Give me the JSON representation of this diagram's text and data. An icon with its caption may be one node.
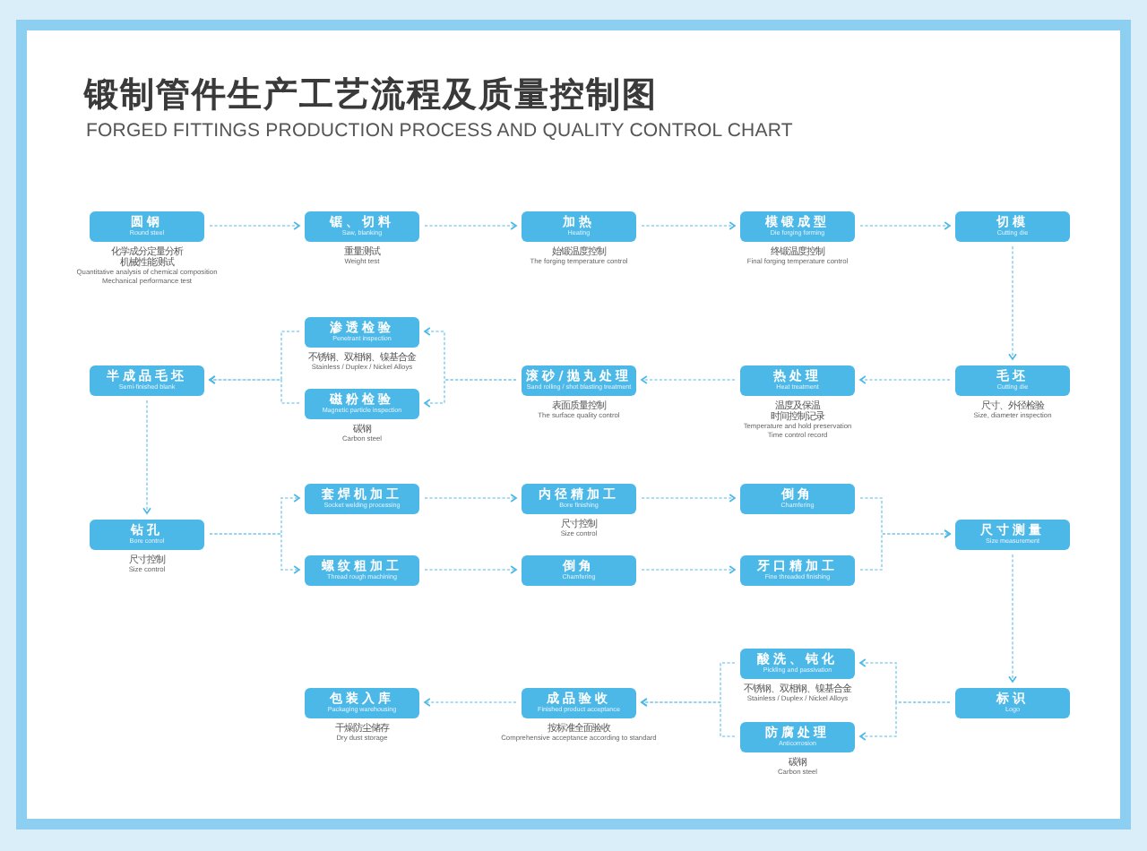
{
  "diagram": {
    "title": "锻制管件生产工艺流程及质量控制图",
    "labels": [
      "FORGED FITTINGS PRODUCTION PROCESS AND QUALITY CONTROL CHART"
    ],
    "nodes": [
      {
        "text": [
          "圆钢",
          "Round steel"
        ],
        "beside": [
          "化学成分定量分析",
          "机械性能测试",
          "Quantitative analysis of chemical composition",
          "Mechanical performance test"
        ]
      },
      {
        "text": [
          "锯、切料",
          "Saw, blanking"
        ],
        "beside": [
          "重量测试",
          "Weight test"
        ]
      },
      {
        "text": [
          "加热",
          "Heating"
        ],
        "beside": [
          "始锻温度控制",
          "The forging temperature control"
        ]
      },
      {
        "text": [
          "模锻成型",
          "Die forging forming"
        ],
        "beside": [
          "终锻温度控制",
          "Final forging temperature control"
        ]
      },
      {
        "text": [
          "切模",
          "Cutting die"
        ]
      },
      {
        "text": [
          "渗透检验",
          "Penetrant inspection"
        ],
        "beside": [
          "不锈钢、双相钢、镍基合金",
          "Stainless / Duplex / Nickel Alloys"
        ]
      },
      {
        "text": [
          "半成品毛坯",
          "Semi-finished blank"
        ]
      },
      {
        "text": [
          "滚砂/抛丸处理",
          "Sand rolling / shot blasting treatment"
        ],
        "beside": [
          "表面质量控制",
          "The surface quality control"
        ]
      },
      {
        "text": [
          "热处理",
          "Heat treatment"
        ],
        "beside": [
          "温度及保温",
          "时间控制记录",
          "Temperature and hold preservation",
          "Time control record"
        ]
      },
      {
        "text": [
          "毛坯",
          "Cutting die"
        ],
        "beside": [
          "尺寸、外径检验",
          "Size, diameter inspection"
        ]
      },
      {
        "text": [
          "磁粉检验",
          "Magnetic particle inspection"
        ],
        "beside": [
          "碳钢",
          "Carbon steel"
        ]
      },
      {
        "text": [
          "套焊机加工",
          "Socket welding processing"
        ]
      },
      {
        "text": [
          "内径精加工",
          "Bore finishing"
        ],
        "beside": [
          "尺寸控制",
          "Size control"
        ]
      },
      {
        "text": [
          "倒角",
          "Chamfering"
        ]
      },
      {
        "text": [
          "钻孔",
          "Bore control"
        ],
        "beside": [
          "尺寸控制",
          "Size control"
        ]
      },
      {
        "text": [
          "尺寸测量",
          "Size measurement"
        ]
      },
      {
        "text": [
          "螺纹粗加工",
          "Thread rough machining"
        ]
      },
      {
        "text": [
          "倒角",
          "Chamfering"
        ]
      },
      {
        "text": [
          "牙口精加工",
          "Fine threaded finishing"
        ]
      },
      {
        "text": [
          "酸洗、钝化",
          "Pickling and passivation"
        ],
        "beside": [
          "不锈钢、双相钢、镍基合金",
          "Stainless / Duplex / Nickel Alloys"
        ]
      },
      {
        "text": [
          "包装入库",
          "Packaging warehousing"
        ],
        "beside": [
          "干燥防尘储存",
          "Dry dust storage"
        ]
      },
      {
        "text": [
          "成品验收",
          "Finished product acceptance"
        ],
        "beside": [
          "按标准全面验收",
          "Comprehensive acceptance according to standard"
        ]
      },
      {
        "text": [
          "标识",
          "Logo"
        ]
      },
      {
        "text": [
          "防腐处理",
          "Anticorrosion"
        ],
        "beside": [
          "碳钢",
          "Carbon steel"
        ]
      }
    ],
    "edges": [
      {
        "from": 0,
        "to": 1,
        "arrow": "to"
      },
      {
        "from": 1,
        "to": 2,
        "arrow": "to"
      },
      {
        "from": 2,
        "to": 3,
        "arrow": "to"
      },
      {
        "from": 3,
        "to": 4,
        "arrow": "to"
      },
      {
        "from": 4,
        "to": 9,
        "arrow": "to"
      },
      {
        "from": 9,
        "to": 8,
        "arrow": "to"
      },
      {
        "from": 8,
        "to": 7,
        "arrow": "to"
      },
      {
        "from": 7,
        "to": 5,
        "arrow": "to"
      },
      {
        "from": 7,
        "to": 10,
        "arrow": "to"
      },
      {
        "from": 5,
        "to": 6,
        "arrow": "to"
      },
      {
        "from": 10,
        "to": 6,
        "arrow": "to"
      },
      {
        "from": 6,
        "to": 14,
        "arrow": "to"
      },
      {
        "from": 14,
        "to": 11,
        "arrow": "to"
      },
      {
        "from": 14,
        "to": 16,
        "arrow": "to"
      },
      {
        "from": 11,
        "to": 12,
        "arrow": "to"
      },
      {
        "from": 12,
        "to": 13,
        "arrow": "to"
      },
      {
        "from": 16,
        "to": 17,
        "arrow": "to"
      },
      {
        "from": 17,
        "to": 18,
        "arrow": "to"
      },
      {
        "from": 13,
        "to": 15,
        "arrow": "to"
      },
      {
        "from": 18,
        "to": 15,
        "arrow": "to"
      },
      {
        "from": 15,
        "to": 22,
        "arrow": "to"
      },
      {
        "from": 22,
        "to": 19,
        "arrow": "to"
      },
      {
        "from": 22,
        "to": 23,
        "arrow": "to"
      },
      {
        "from": 19,
        "to": 21,
        "arrow": "to"
      },
      {
        "from": 23,
        "to": 21,
        "arrow": "to"
      },
      {
        "from": 21,
        "to": 20,
        "arrow": "to"
      }
    ]
  }
}
